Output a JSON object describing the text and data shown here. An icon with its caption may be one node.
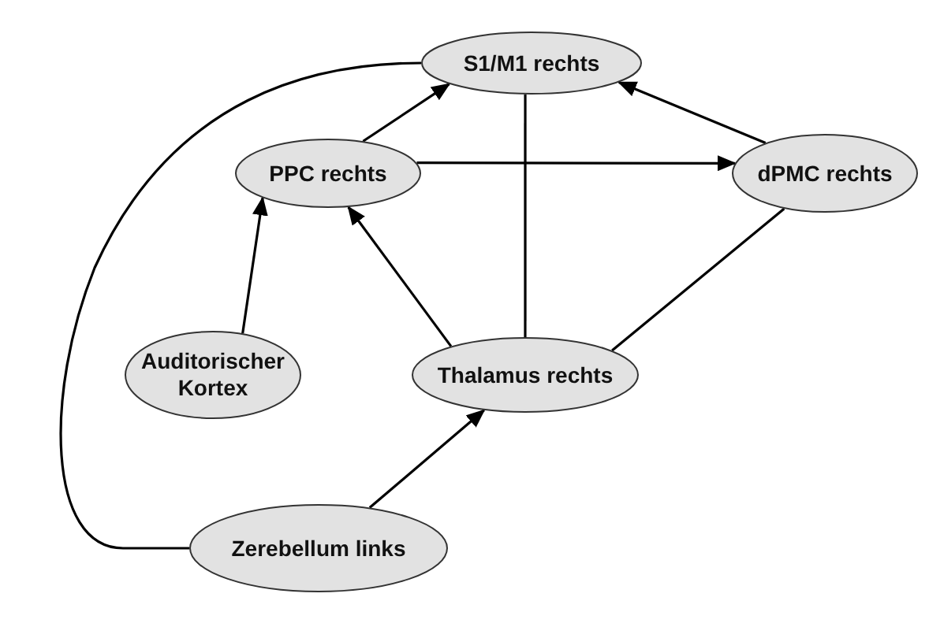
{
  "diagram": {
    "nodes": [
      {
        "text": [
          "S1/M1 rechts"
        ]
      },
      {
        "text": [
          "PPC rechts"
        ]
      },
      {
        "text": [
          "dPMC rechts"
        ]
      },
      {
        "text": [
          "Auditorischer Kortex"
        ]
      },
      {
        "text": [
          "Thalamus rechts"
        ]
      },
      {
        "text": [
          "Zerebellum links"
        ]
      }
    ],
    "edges": [
      {
        "from": 1,
        "to": 0,
        "arrow": "to"
      },
      {
        "from": 1,
        "to": 2,
        "arrow": "to"
      },
      {
        "from": 2,
        "to": 0,
        "arrow": "to"
      },
      {
        "from": 0,
        "to": 4,
        "arrow": "none"
      },
      {
        "from": 3,
        "to": 1,
        "arrow": "to"
      },
      {
        "from": 4,
        "to": 1,
        "arrow": "to"
      },
      {
        "from": 4,
        "to": 2,
        "arrow": "none"
      },
      {
        "from": 5,
        "to": 4,
        "arrow": "to"
      },
      {
        "from": 5,
        "to": 0,
        "arrow": "none"
      }
    ]
  }
}
